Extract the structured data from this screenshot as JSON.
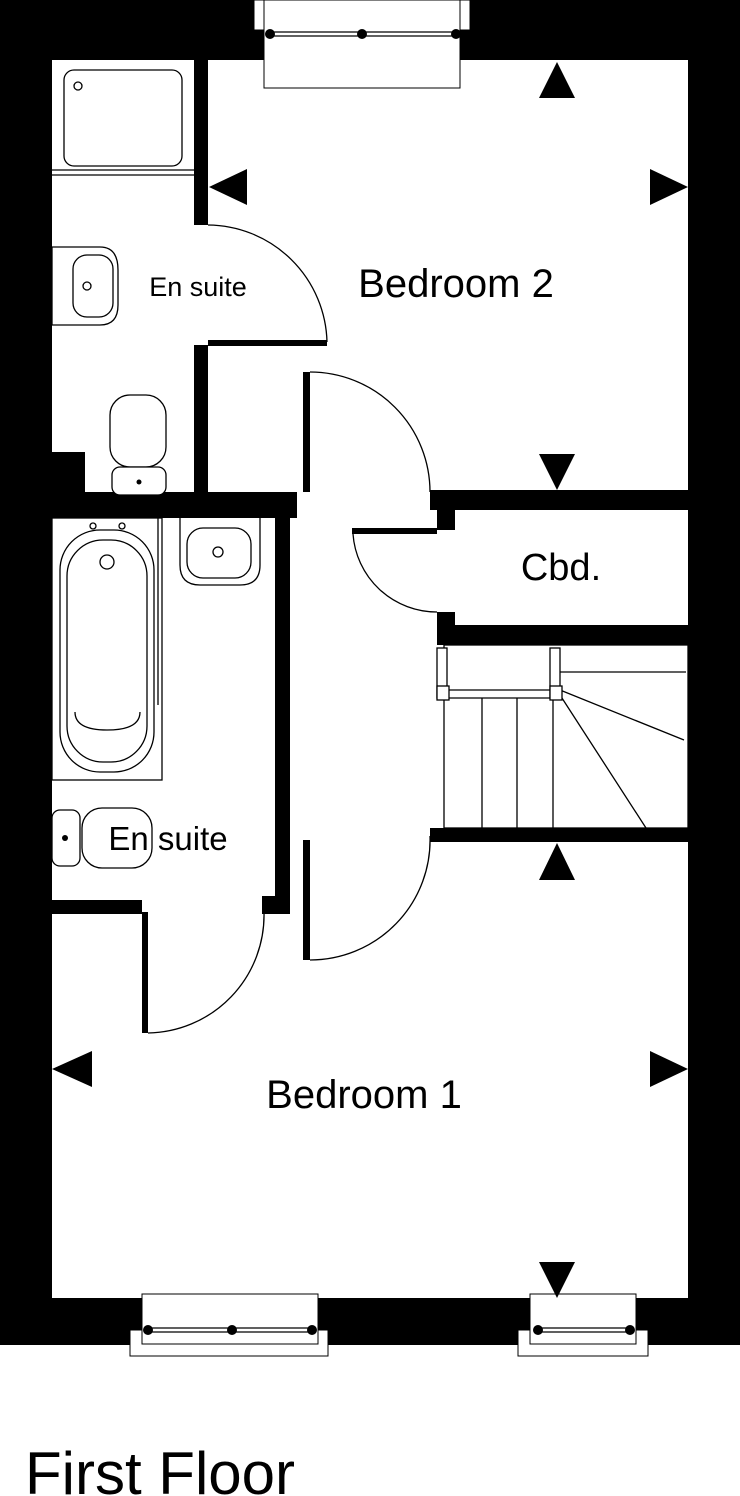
{
  "title": "First Floor",
  "rooms": {
    "bedroom2": "Bedroom 2",
    "ensuite_top": "En suite",
    "cupboard": "Cbd.",
    "ensuite_bottom": "En suite",
    "bedroom1": "Bedroom 1"
  }
}
